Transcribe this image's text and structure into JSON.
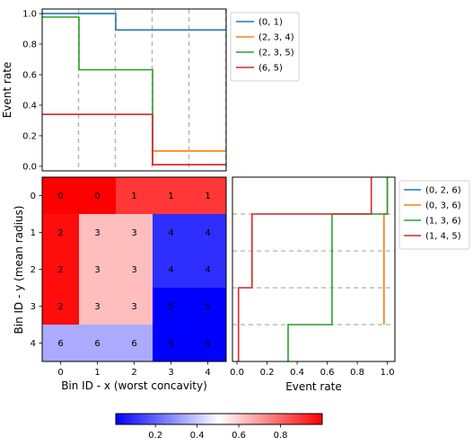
{
  "chart_data": [
    {
      "type": "line",
      "subtype": "step",
      "panel": "top",
      "xlabel": "",
      "ylabel": "Event rate",
      "xlim": [
        0,
        5
      ],
      "ylim": [
        -0.03,
        1.03
      ],
      "yticks": [
        0.0,
        0.2,
        0.4,
        0.6,
        0.8,
        1.0
      ],
      "ytick_labels": [
        "0.0",
        "0.2",
        "0.4",
        "0.6",
        "0.8",
        "1.0"
      ],
      "vlines": [
        1,
        2,
        3,
        4,
        5
      ],
      "legend": "outside-right-top",
      "series": [
        {
          "name": "(0, 1)",
          "color": "#1f77b4",
          "x": [
            0,
            2,
            2,
            5
          ],
          "y": [
            1.0,
            1.0,
            0.893,
            0.893
          ]
        },
        {
          "name": "(2, 3, 4)",
          "color": "#ff7f0e",
          "x": [
            3,
            5
          ],
          "y": [
            0.1,
            0.1
          ]
        },
        {
          "name": "(2, 3, 5)",
          "color": "#2ca02c",
          "x": [
            0,
            1,
            1,
            3,
            3,
            5
          ],
          "y": [
            0.977,
            0.977,
            0.632,
            0.632,
            0.01,
            0.01
          ]
        },
        {
          "name": "(6, 5)",
          "color": "#d62728",
          "x": [
            0,
            3,
            3,
            5
          ],
          "y": [
            0.34,
            0.34,
            0.01,
            0.01
          ]
        }
      ]
    },
    {
      "type": "heatmap",
      "panel": "main",
      "xlabel": "Bin ID - x (worst concavity)",
      "ylabel": "Bin ID - y (mean radius)",
      "x_categories": [
        "0",
        "1",
        "2",
        "3",
        "4"
      ],
      "y_categories": [
        "0",
        "1",
        "2",
        "3",
        "4"
      ],
      "cells": [
        [
          {
            "label": "0",
            "value": 1.0
          },
          {
            "label": "0",
            "value": 1.0
          },
          {
            "label": "1",
            "value": 0.893
          },
          {
            "label": "1",
            "value": 0.893
          },
          {
            "label": "1",
            "value": 0.893
          }
        ],
        [
          {
            "label": "2",
            "value": 0.977
          },
          {
            "label": "3",
            "value": 0.632
          },
          {
            "label": "3",
            "value": 0.632
          },
          {
            "label": "4",
            "value": 0.1
          },
          {
            "label": "4",
            "value": 0.1
          }
        ],
        [
          {
            "label": "2",
            "value": 0.977
          },
          {
            "label": "3",
            "value": 0.632
          },
          {
            "label": "3",
            "value": 0.632
          },
          {
            "label": "4",
            "value": 0.1
          },
          {
            "label": "4",
            "value": 0.1
          }
        ],
        [
          {
            "label": "2",
            "value": 0.977
          },
          {
            "label": "3",
            "value": 0.632
          },
          {
            "label": "3",
            "value": 0.632
          },
          {
            "label": "5",
            "value": 0.01
          },
          {
            "label": "5",
            "value": 0.01
          }
        ],
        [
          {
            "label": "6",
            "value": 0.34
          },
          {
            "label": "6",
            "value": 0.34
          },
          {
            "label": "6",
            "value": 0.34
          },
          {
            "label": "5",
            "value": 0.01
          },
          {
            "label": "5",
            "value": 0.01
          }
        ]
      ],
      "colormap": "bwr",
      "vmin": 0.01,
      "vmax": 1.0
    },
    {
      "type": "line",
      "subtype": "step",
      "panel": "right",
      "xlabel": "Event rate",
      "ylabel": "",
      "xlim": [
        -0.03,
        1.05
      ],
      "ylim": [
        5,
        0
      ],
      "xticks": [
        0.0,
        0.2,
        0.4,
        0.6,
        0.8,
        1.0
      ],
      "xtick_labels": [
        "0.0",
        "0.2",
        "0.4",
        "0.6",
        "0.8",
        "1.0"
      ],
      "hlines": [
        1,
        2,
        3,
        4
      ],
      "legend": "outside-right-top",
      "series": [
        {
          "name": "(0, 2, 6)",
          "color": "#1f77b4",
          "x": [
            1.0,
            1.0,
            0.977,
            0.977
          ],
          "y": [
            0,
            1,
            1,
            4
          ]
        },
        {
          "name": "(0, 3, 6)",
          "color": "#ff7f0e",
          "x": [
            1.0,
            1.0,
            0.977,
            0.977
          ],
          "y": [
            0,
            1,
            1,
            4
          ]
        },
        {
          "name": "(1, 3, 6)",
          "color": "#2ca02c",
          "x": [
            1.0,
            1.0,
            0.632,
            0.632,
            0.34,
            0.34
          ],
          "y": [
            0,
            1,
            1,
            4,
            4,
            5
          ]
        },
        {
          "name": "(1, 4, 5)",
          "color": "#d62728",
          "x": [
            0.893,
            0.893,
            0.1,
            0.1,
            0.01,
            0.01
          ],
          "y": [
            0,
            1,
            1,
            3,
            3,
            5
          ]
        }
      ]
    },
    {
      "type": "colorbar",
      "panel": "bottom",
      "colormap": "bwr",
      "range": [
        0.01,
        1.0
      ],
      "ticks": [
        0.2,
        0.4,
        0.6,
        0.8
      ],
      "tick_labels": [
        "0.2",
        "0.4",
        "0.6",
        "0.8"
      ]
    }
  ]
}
